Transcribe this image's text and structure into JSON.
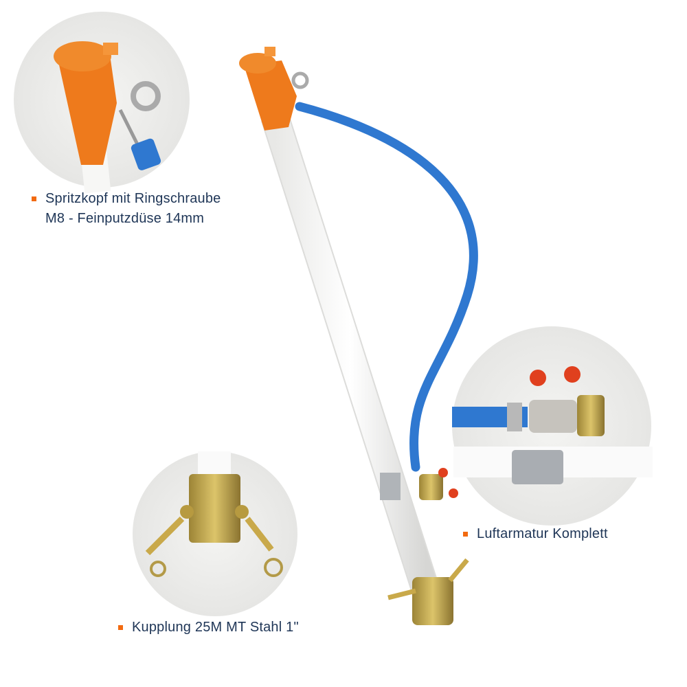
{
  "captions": {
    "spray_head": {
      "line1": "Spritzkopf mit Ringschraube",
      "line2": "M8 - Feinputzdüse 14mm"
    },
    "air_fitting": {
      "text": "Luftarmatur Komplett"
    },
    "coupling": {
      "text": "Kupplung 25M MT Stahl 1\""
    }
  },
  "colors": {
    "text": "#1e3556",
    "bullet": "#f26a10",
    "orange": "#ee7a1c",
    "hose": "#2f78d0",
    "brass": "#c9a94a"
  }
}
